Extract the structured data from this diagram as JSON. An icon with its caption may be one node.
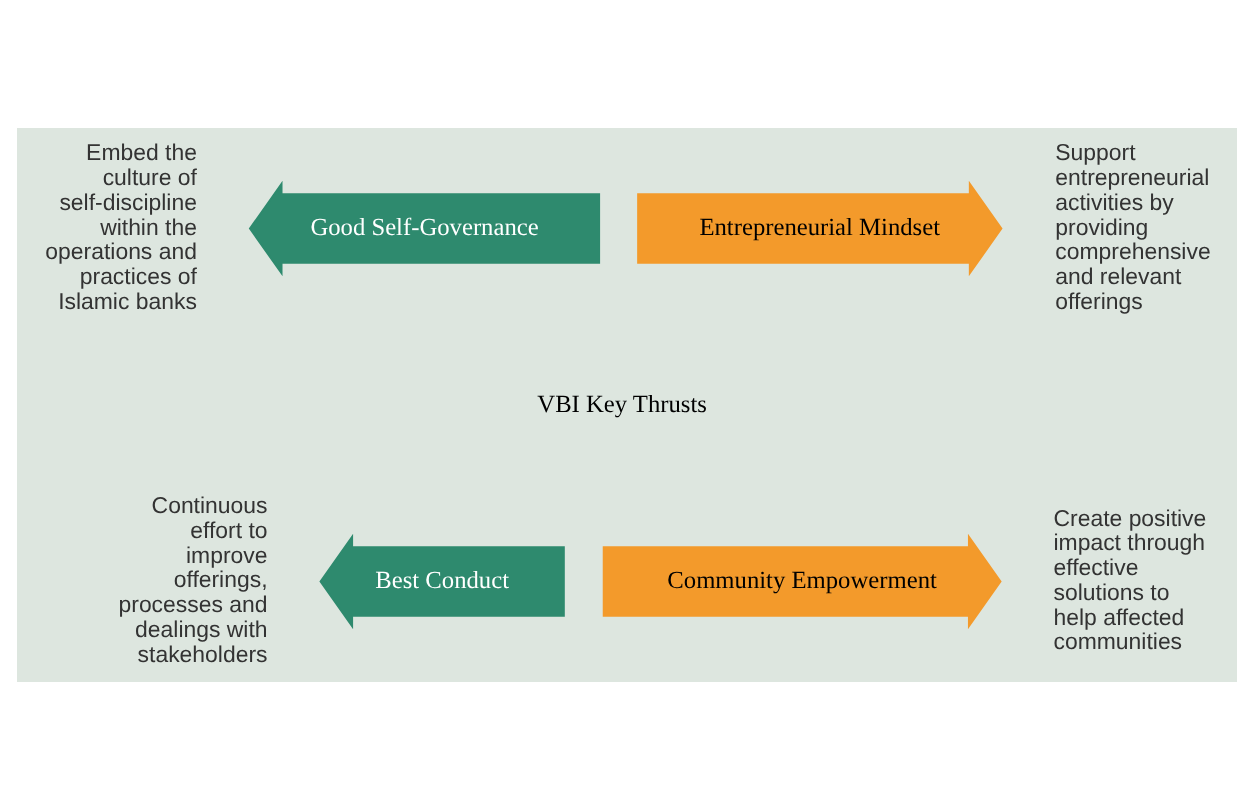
{
  "diagram": {
    "nodes": [
      {
        "text": [
          "Good Self-Governance"
        ],
        "beside": [
          "Embed the culture of self-discipline within the operations and practices of Islamic banks"
        ]
      },
      {
        "text": [
          "Entrepreneurial Mindset"
        ],
        "beside": [
          "Support entrepreneurial activities by providing comprehensive and relevant offerings"
        ]
      },
      {
        "text": [
          "Best Conduct"
        ],
        "beside": [
          "Continuous effort to improve offerings, processes and dealings with stakeholders"
        ]
      },
      {
        "text": [
          "Community Empowerment"
        ],
        "beside": [
          "Create positive impact through effective solutions to help affected communities"
        ]
      }
    ],
    "labels": [
      "VBI Key Thrusts"
    ]
  }
}
